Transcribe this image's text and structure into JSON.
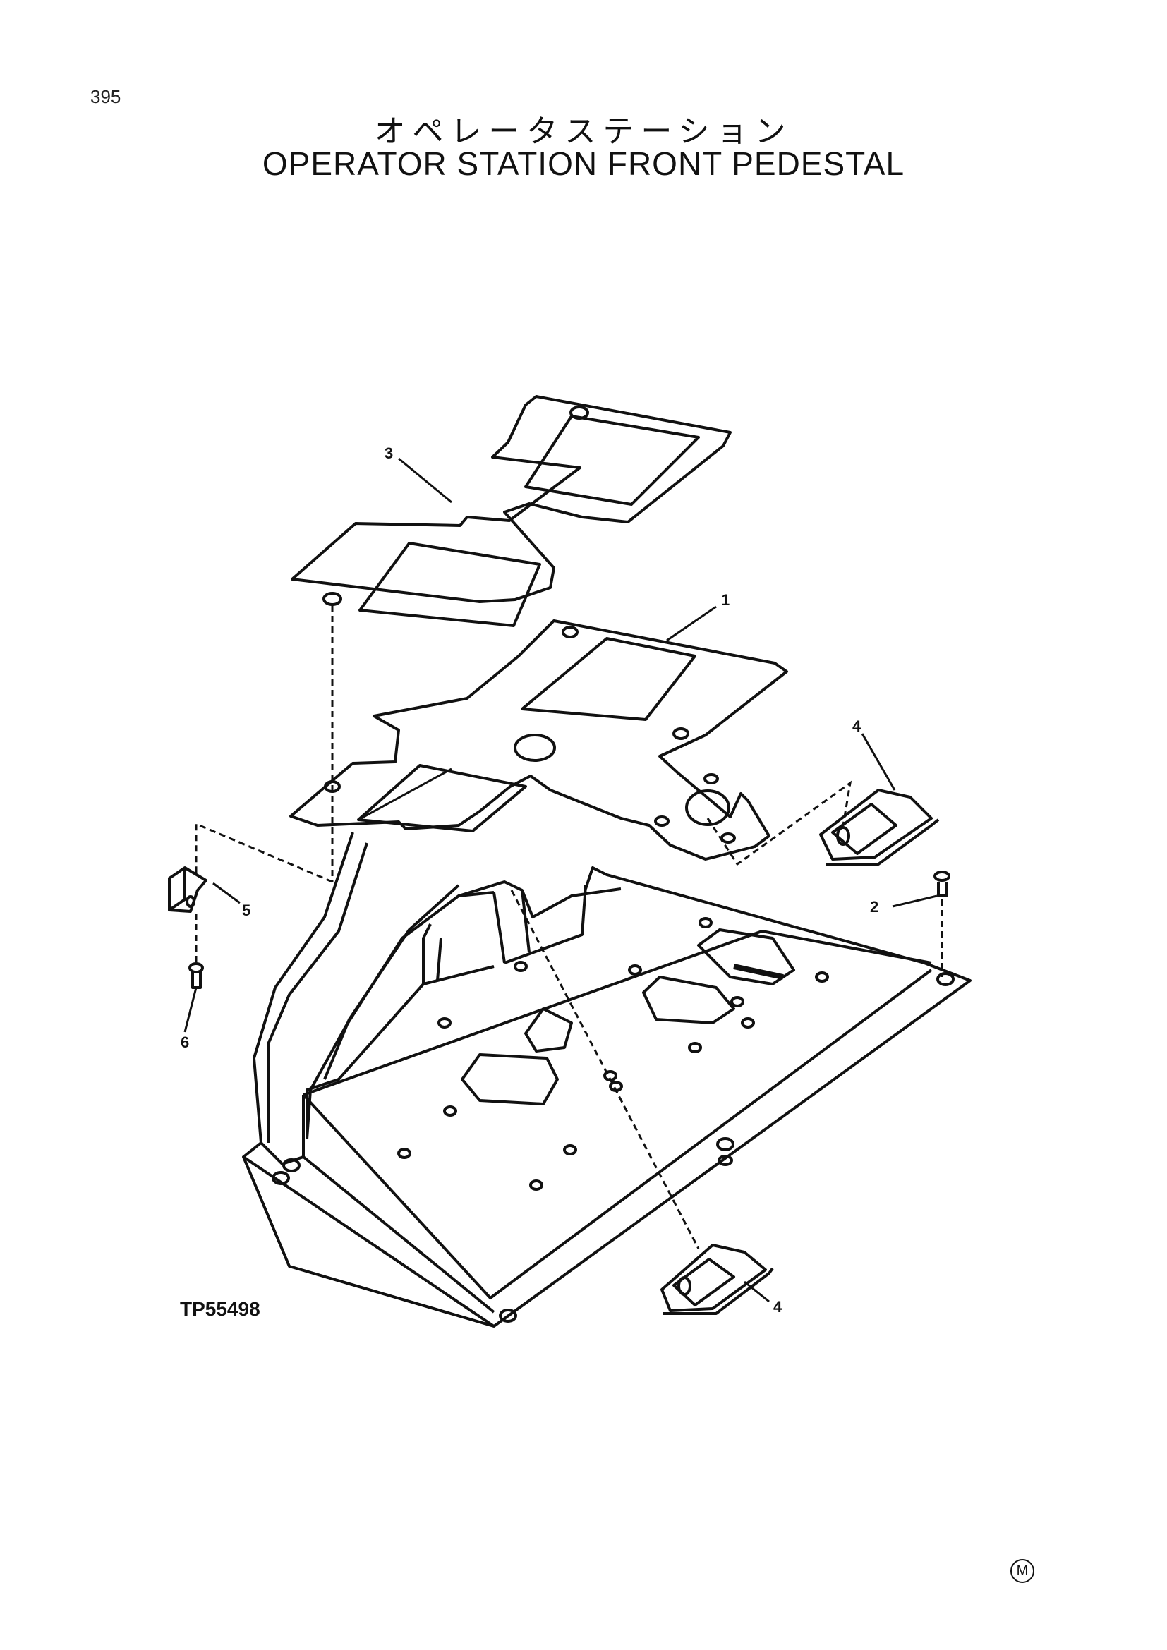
{
  "page_number": "395",
  "title_japanese": "オペレータステーション",
  "title_english": "OPERATOR STATION FRONT PEDESTAL",
  "figure_id": "TP55498",
  "callouts": [
    {
      "label": "3"
    },
    {
      "label": "1"
    },
    {
      "label": "4"
    },
    {
      "label": "2"
    },
    {
      "label": "5"
    },
    {
      "label": "6"
    },
    {
      "label": "4"
    }
  ],
  "corner_mark": "M",
  "colors": {
    "ink": "#111111",
    "paper": "#ffffff"
  }
}
